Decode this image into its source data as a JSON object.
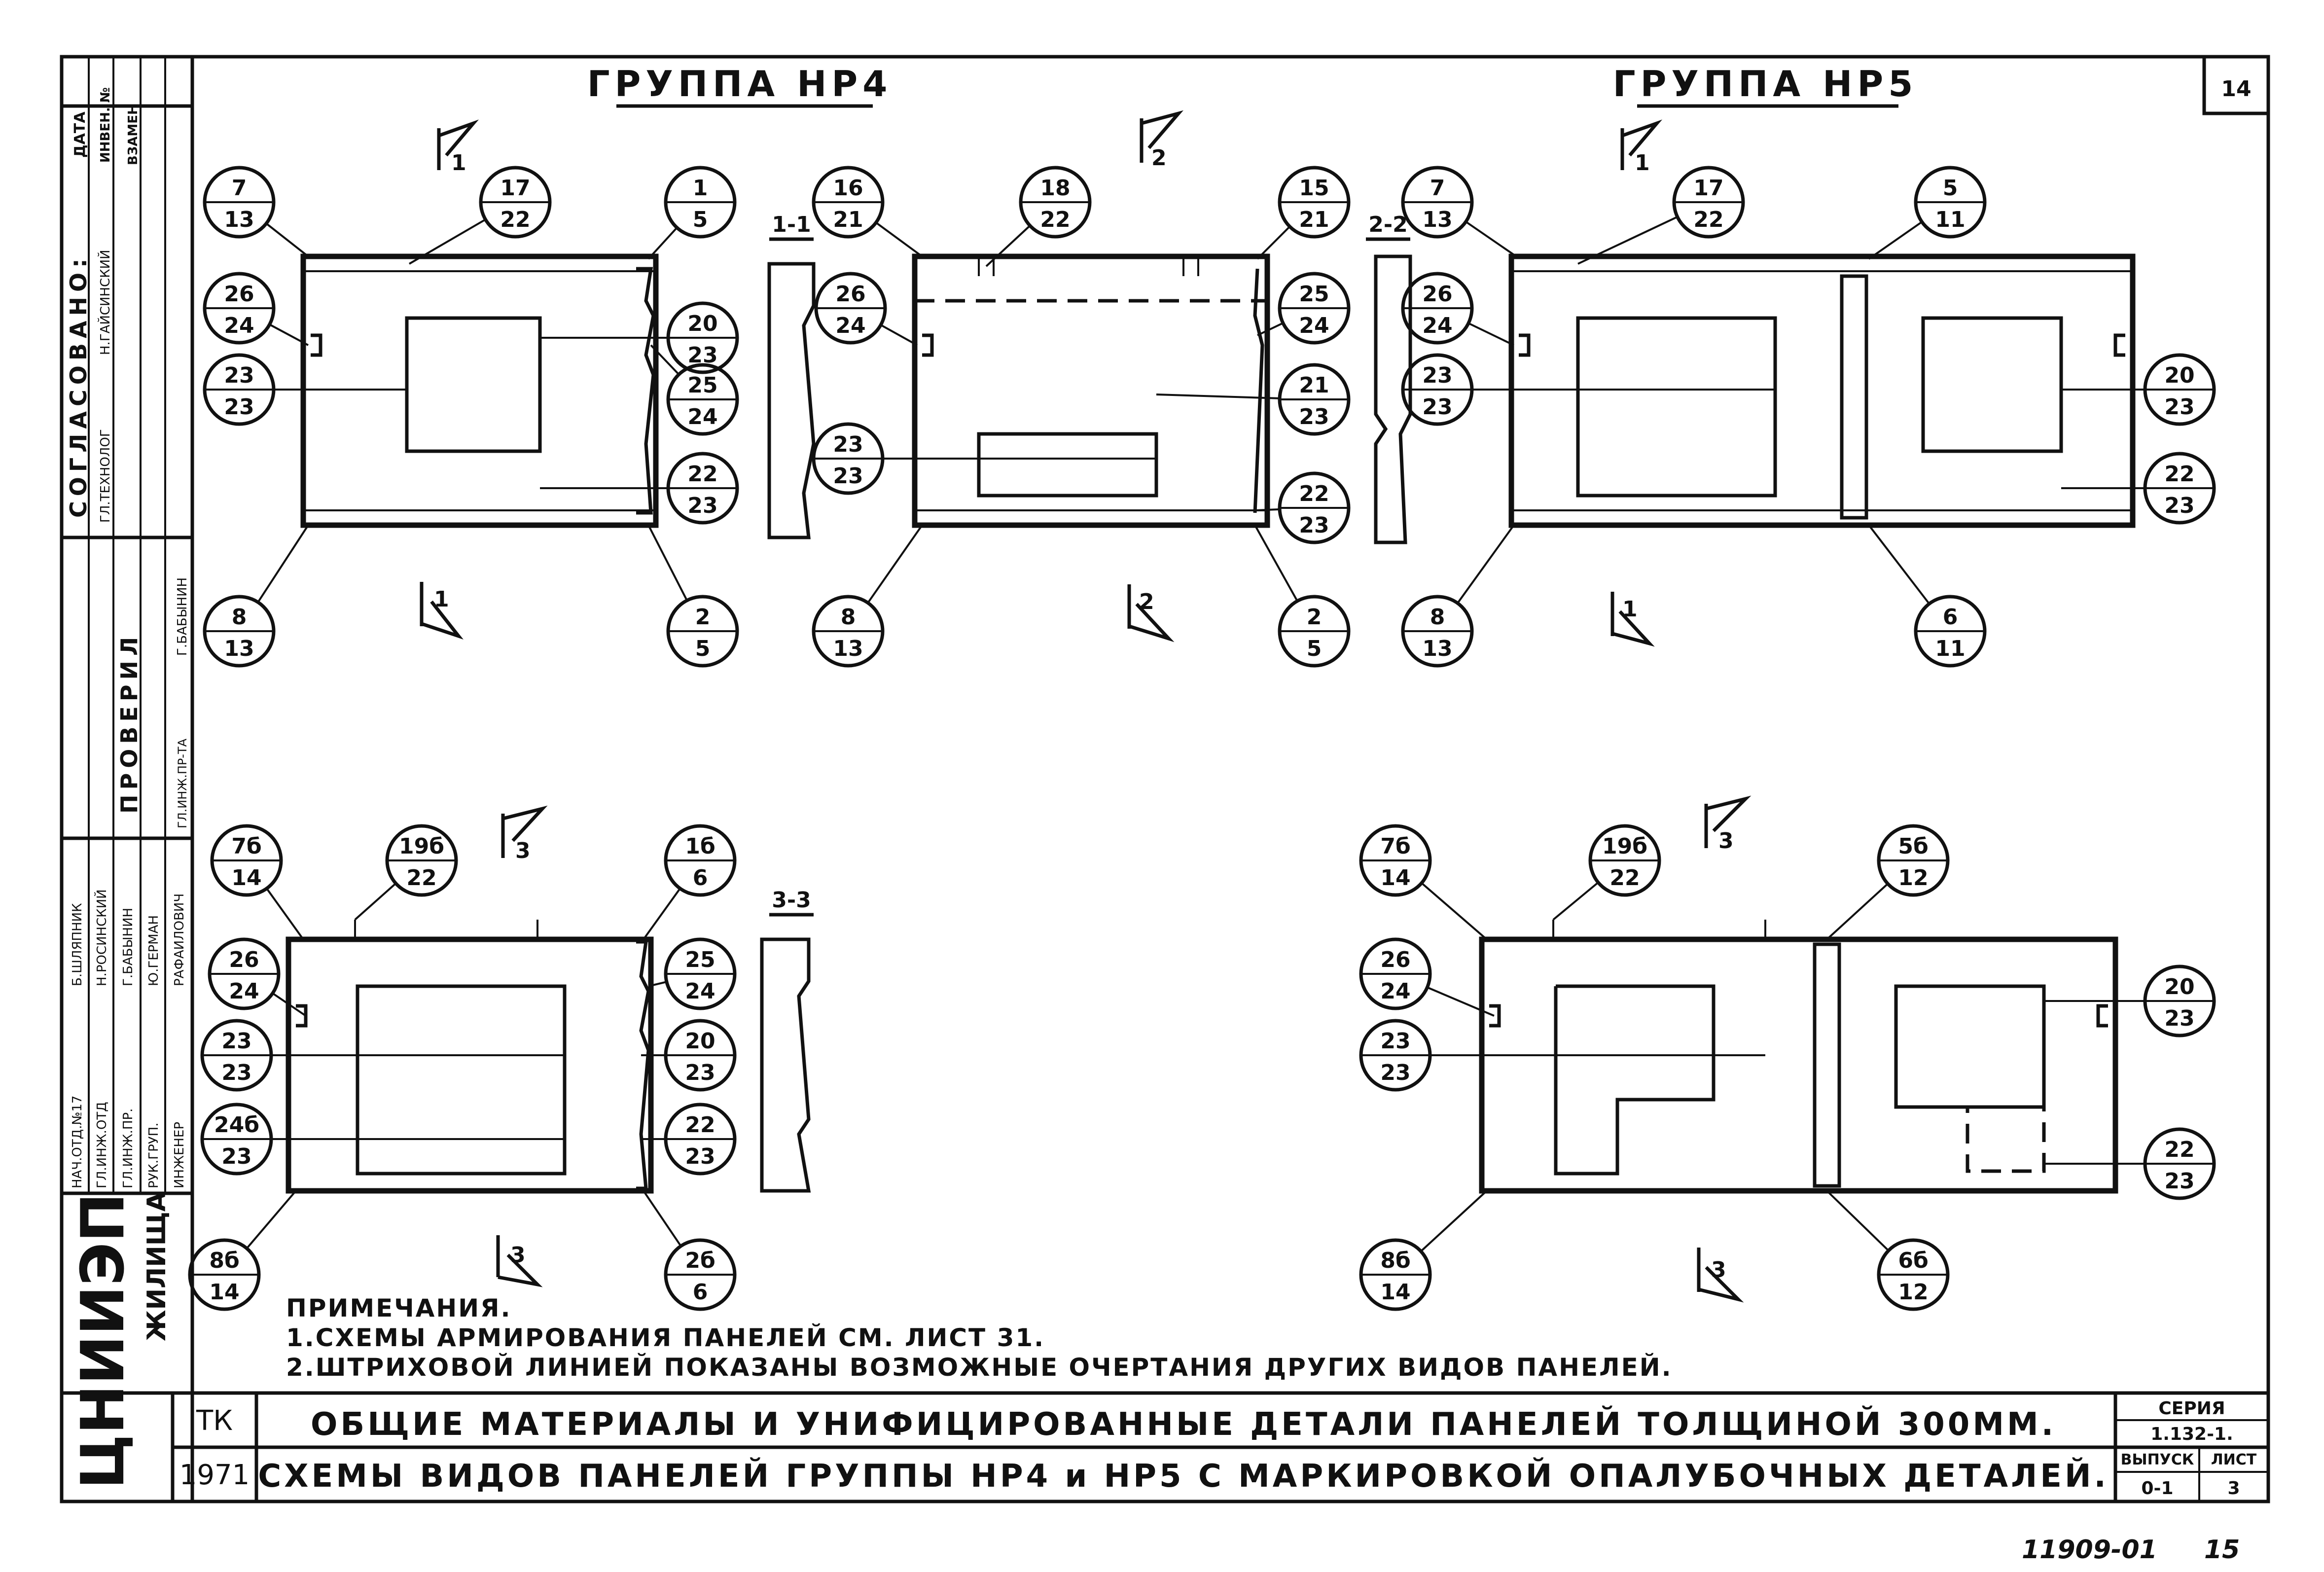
{
  "sheet_number": "14",
  "groups": {
    "np4": "ГРУППА НР4",
    "np5": "ГРУППА НР5"
  },
  "section_labels": {
    "s11": "1-1",
    "s22": "2-2",
    "s33": "3-3"
  },
  "cut_labels": {
    "c1": "1",
    "c2": "2",
    "c3": "3"
  },
  "markers": [
    {
      "top": "7",
      "bottom": "13"
    },
    {
      "top": "17",
      "bottom": "22"
    },
    {
      "top": "1",
      "bottom": "5"
    },
    {
      "top": "26",
      "bottom": "24"
    },
    {
      "top": "23",
      "bottom": "23"
    },
    {
      "top": "20",
      "bottom": "23"
    },
    {
      "top": "25",
      "bottom": "24"
    },
    {
      "top": "22",
      "bottom": "23"
    },
    {
      "top": "8",
      "bottom": "13"
    },
    {
      "top": "2",
      "bottom": "5"
    },
    {
      "top": "16",
      "bottom": "21"
    },
    {
      "top": "18",
      "bottom": "22"
    },
    {
      "top": "15",
      "bottom": "21"
    },
    {
      "top": "26",
      "bottom": "24"
    },
    {
      "top": "25",
      "bottom": "24"
    },
    {
      "top": "21",
      "bottom": "23"
    },
    {
      "top": "23",
      "bottom": "23"
    },
    {
      "top": "22",
      "bottom": "23"
    },
    {
      "top": "8",
      "bottom": "13"
    },
    {
      "top": "2",
      "bottom": "5"
    },
    {
      "top": "7",
      "bottom": "13"
    },
    {
      "top": "17",
      "bottom": "22"
    },
    {
      "top": "5",
      "bottom": "11"
    },
    {
      "top": "26",
      "bottom": "24"
    },
    {
      "top": "23",
      "bottom": "23"
    },
    {
      "top": "20",
      "bottom": "23"
    },
    {
      "top": "22",
      "bottom": "23"
    },
    {
      "top": "8",
      "bottom": "13"
    },
    {
      "top": "6",
      "bottom": "11"
    },
    {
      "top": "7б",
      "bottom": "14"
    },
    {
      "top": "19б",
      "bottom": "22"
    },
    {
      "top": "1б",
      "bottom": "6"
    },
    {
      "top": "26",
      "bottom": "24"
    },
    {
      "top": "25",
      "bottom": "24"
    },
    {
      "top": "23",
      "bottom": "23"
    },
    {
      "top": "20",
      "bottom": "23"
    },
    {
      "top": "24б",
      "bottom": "23"
    },
    {
      "top": "22",
      "bottom": "23"
    },
    {
      "top": "8б",
      "bottom": "14"
    },
    {
      "top": "2б",
      "bottom": "6"
    },
    {
      "top": "7б",
      "bottom": "14"
    },
    {
      "top": "19б",
      "bottom": "22"
    },
    {
      "top": "5б",
      "bottom": "12"
    },
    {
      "top": "26",
      "bottom": "24"
    },
    {
      "top": "23",
      "bottom": "23"
    },
    {
      "top": "20",
      "bottom": "23"
    },
    {
      "top": "22",
      "bottom": "23"
    },
    {
      "top": "8б",
      "bottom": "14"
    },
    {
      "top": "6б",
      "bottom": "12"
    }
  ],
  "notes": {
    "heading": "ПРИМЕЧАНИЯ.",
    "n1": "1.СХЕМЫ АРМИРОВАНИЯ ПАНЕЛЕЙ СМ. ЛИСТ 31.",
    "n2": "2.ШТРИХОВОЙ ЛИНИЕЙ ПОКАЗАНЫ ВОЗМОЖНЫЕ ОЧЕРТАНИЯ ДРУГИХ ВИДОВ ПАНЕЛЕЙ."
  },
  "title_block": {
    "org": "ТК",
    "year": "1971",
    "line1": "ОБЩИЕ МАТЕРИАЛЫ И УНИФИЦИРОВАННЫЕ ДЕТАЛИ ПАНЕЛЕЙ ТОЛЩИНОЙ 300ММ.",
    "line2": "СХЕМЫ ВИДОВ ПАНЕЛЕЙ ГРУППЫ НР4 и НР5 С МАРКИРОВКОЙ ОПАЛУБОЧНЫХ ДЕТАЛЕЙ.",
    "series_label": "СЕРИЯ",
    "series_value": "1.132-1.",
    "issue_label": "ВЫПУСК",
    "issue_value": "0-1",
    "sheet_label": "ЛИСТ",
    "sheet_value": "3",
    "stamp_left": "ЦНИИЭП",
    "stamp_right": "ЖИЛИЩА"
  },
  "left_strip": {
    "soglasovano": "СОГЛАСОВАНО:",
    "data": "ДАТА",
    "invent": "ИНВЕН. №",
    "vzamen": "ВЗАМЕН",
    "gl_tehnolog": "ГЛ.ТЕХНОЛОГ",
    "gaysinsky": "Н.ГАЙСИНСКИЙ",
    "provéril": "ПРОВЕРИЛ",
    "babynin1": "Г.БАБЫНИН",
    "gl_inzh_pr": "ГЛ.ИНЖ.ПР-ТА",
    "roles": [
      "НАЧ.ОТД.№17",
      "ГЛ.ИНЖ.ОТД",
      "ГЛ.ИНЖ.ПР.",
      "РУК.ГРУП.",
      "ИНЖЕНЕР"
    ],
    "names": [
      "Б.ШЛЯПНИК",
      "Н.РОСИНСКИЙ",
      "Г.БАБЫНИН",
      "Ю.ГЕРМАН",
      "РАФАИЛОВИЧ"
    ]
  },
  "bottom_numbers": {
    "drawing": "11909-01",
    "page": "15"
  }
}
